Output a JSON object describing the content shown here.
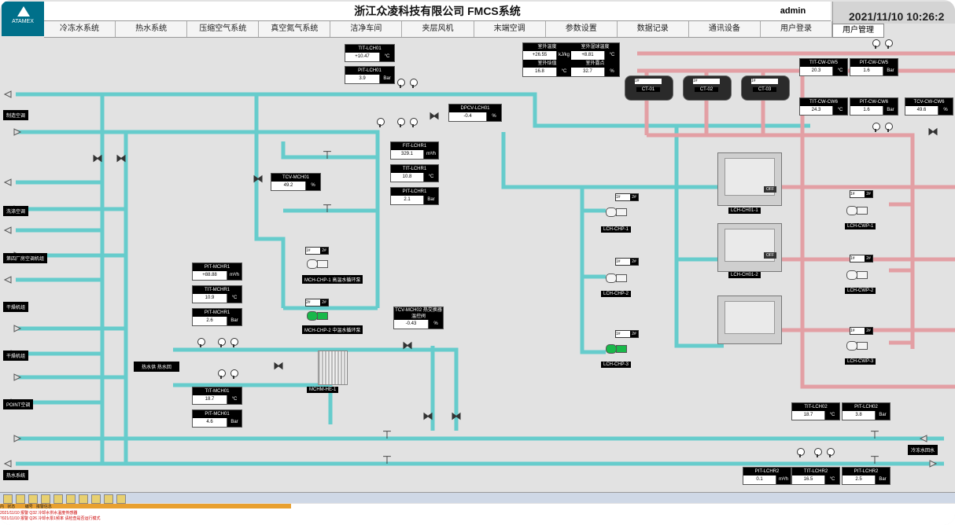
{
  "header": {
    "title": "浙江众凌科技有限公司 FMCS系统",
    "user": "admin",
    "datetime": "2021/11/10 10:26:2",
    "logo_text": "ATAMEX",
    "nav": [
      "冷冻水系统",
      "热水系统",
      "压缩空气系统",
      "真空氮气系统",
      "洁净车间",
      "夹层风机",
      "末端空调",
      "参数设置",
      "数据记录",
      "通讯设备",
      "用户登录"
    ],
    "subnav": "用户管理"
  },
  "left_tags": [
    "制造空调",
    "洗涤空调",
    "第四厂房空调机组",
    "干燥机组",
    "干燥机组",
    "POINT空调",
    "热水系统"
  ],
  "instruments": {
    "tit_lch01": {
      "label": "TIT-LCH01",
      "rows": [
        [
          "+10.47",
          "°C"
        ]
      ]
    },
    "pit_lch01_top": {
      "label": "PIT-LCH01",
      "rows": [
        [
          "3.9",
          "Bar"
        ]
      ]
    },
    "outdoor": {
      "labels": [
        "室外温度",
        "室外湿球温度",
        "室外焓值",
        "室外露点"
      ],
      "rows": [
        [
          "+26.55",
          "kJ/kg"
        ],
        [
          "+8.81",
          "°C"
        ],
        [
          "16.8",
          "°C"
        ],
        [
          "32.7",
          "%"
        ]
      ]
    },
    "dpcv_lch01": {
      "label": "DPCV-LCH01",
      "rows": [
        [
          "-0.4",
          "%"
        ]
      ]
    },
    "fit_lchr1": {
      "label": "FIT-LCHR1",
      "rows": [
        [
          "329.1",
          "m³/h"
        ]
      ]
    },
    "tit_lchr1": {
      "label": "TIT-LCHR1",
      "rows": [
        [
          "10.8",
          "°C"
        ]
      ]
    },
    "pit_lchr1": {
      "label": "PIT-LCHR1",
      "rows": [
        [
          "2.1",
          "Bar"
        ]
      ]
    },
    "tcv_mch01": {
      "label": "TCV-MCH01",
      "rows": [
        [
          "49.2",
          "%"
        ]
      ]
    },
    "pit_mchr1": {
      "label": "PIT-MCHR1",
      "rows": [
        [
          "+88.88",
          "m³/h"
        ]
      ]
    },
    "tit_mchr1": {
      "label": "TIT-MCHR1",
      "rows": [
        [
          "10.9",
          "°C"
        ]
      ]
    },
    "pit_mchr1b": {
      "label": "PIT-MCHR1",
      "rows": [
        [
          "2.6",
          "Bar"
        ]
      ]
    },
    "tcv_mch02": {
      "label": "TCV-MCH02 热交换器温控阀",
      "rows": [
        [
          "-0.43",
          "%"
        ]
      ]
    },
    "tit_mch01": {
      "label": "TIT-MCH01",
      "rows": [
        [
          "18.7",
          "°C"
        ]
      ]
    },
    "pit_mch01": {
      "label": "PIT-MCH01",
      "rows": [
        [
          "4.6",
          "Bar"
        ]
      ]
    },
    "tit_cw5": {
      "label": "TIT-CW-CW5",
      "rows": [
        [
          "20.3",
          "°C"
        ]
      ]
    },
    "pit_cw5": {
      "label": "PIT-CW-CW5",
      "rows": [
        [
          "1.6",
          "Bar"
        ]
      ]
    },
    "tit_cw6": {
      "label": "TIT-CW-CW6",
      "rows": [
        [
          "24.3",
          "°C"
        ]
      ]
    },
    "pit_cw6": {
      "label": "PIT-CW-CW6",
      "rows": [
        [
          "1.6",
          "Bar"
        ]
      ]
    },
    "tcv_cw6": {
      "label": "TCV-CW-CW6",
      "rows": [
        [
          "49.6",
          "%"
        ]
      ]
    },
    "tit_lch02": {
      "label": "TIT-LCH02",
      "rows": [
        [
          "18.7",
          "°C"
        ]
      ]
    },
    "pit_lch02": {
      "label": "PIT-LCH02",
      "rows": [
        [
          "3.8",
          "Bar"
        ]
      ]
    },
    "pit_lchr2": {
      "label": "PIT-LCHR2",
      "rows": [
        [
          "0.1",
          "m³/h"
        ]
      ]
    },
    "tit_lchr2": {
      "label": "TIT-LCHR2",
      "rows": [
        [
          "16.5",
          "°C"
        ]
      ]
    },
    "pit_lchr2b": {
      "label": "PIT-LCHR2",
      "rows": [
        [
          "2.5",
          "Bar"
        ]
      ]
    }
  },
  "towers": [
    "CT-01",
    "CT-02",
    "CT-03"
  ],
  "chillers": [
    "LCH-CH01-1",
    "LCH-CH01-2"
  ],
  "chiller_status": "OFF",
  "pumps": {
    "lch_chp": [
      "LCH-CHP-1",
      "LCH-CHP-2",
      "LCH-CHP-3"
    ],
    "lch_cwp": [
      "LCH-CWP-1",
      "LCH-CWP-2",
      "LCH-CWP-3"
    ],
    "mch_chp": [
      "MCH-CHP-1 高温水循环泵",
      "MCH-CHP-2 中温水循环泵"
    ]
  },
  "hx_label": "MCHM-HE-1",
  "hotwater_label": "热水供 热水回",
  "chilled_return_label": "冷冻水回水",
  "pump_status_text": [
    "1#",
    "2#"
  ],
  "alarm": {
    "header": [
      "内",
      "状态",
      "",
      "编号",
      "报警信息"
    ],
    "rows": [
      "2021/11/10 报警 Q32 冷却水供水温度传感器",
      "2021/11/10 报警 Q26 冷却水泵1频率 请检查是否运行模式"
    ]
  }
}
